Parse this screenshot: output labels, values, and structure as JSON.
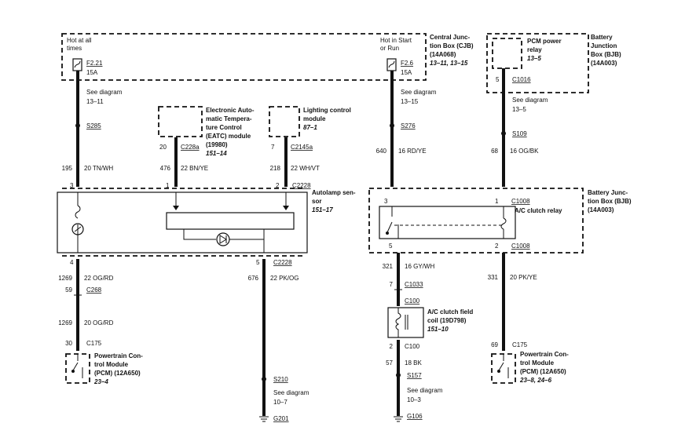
{
  "cjb": {
    "hot_all_1": "Hot at all",
    "hot_all_2": "times",
    "fuse1_id": "F2.21",
    "fuse1_amp": "15A",
    "hot_start_1": "Hot in Start",
    "hot_start_2": "or Run",
    "fuse2_id": "F2.6",
    "fuse2_amp": "15A",
    "name_1": "Central Junc-",
    "name_2": "tion Box (CJB)",
    "name_3": "(14A068)",
    "ref": "13–11, 13–15"
  },
  "pcm_relay": {
    "name_1": "PCM power",
    "name_2": "relay",
    "ref": "13–5",
    "bjb_1": "Battery",
    "bjb_2": "Junction",
    "bjb_3": "Box (BJB)",
    "bjb_4": "(14A003)",
    "pin": "5",
    "conn": "C1016"
  },
  "wire1": {
    "see_1": "See diagram",
    "see_2": "13–11",
    "splice": "S285",
    "circuit": "195",
    "color": "20 TN/WH"
  },
  "eatc": {
    "name_1": "Electronic Auto-",
    "name_2": "matic Tempera-",
    "name_3": "ture Control",
    "name_4": "(EATC) module",
    "name_5": "(19980)",
    "ref": "151–14",
    "pin": "20",
    "conn": "C228a",
    "circuit": "476",
    "color": "22 BN/YE"
  },
  "lighting": {
    "name_1": "Lighting control",
    "name_2": "module",
    "ref": "87–1",
    "pin": "7",
    "conn": "C2145a",
    "circuit": "218",
    "color": "22 WH/VT"
  },
  "wire2": {
    "see_1": "See diagram",
    "see_2": "13–15",
    "splice": "S276",
    "circuit": "640",
    "color": "16 RD/YE"
  },
  "wire3": {
    "see_1": "See diagram",
    "see_2": "13–5",
    "splice": "S109",
    "circuit": "68",
    "color": "16 OG/BK"
  },
  "autolamp": {
    "pin_3": "3",
    "pin_1": "1",
    "pin_2": "2",
    "conn": "C2228",
    "name_1": "Autolamp sen-",
    "name_2": "sor",
    "ref": "151–17",
    "pin_4": "4",
    "pin_5": "5",
    "conn2": "C2228"
  },
  "bjb2": {
    "pin_3": "3",
    "pin_1": "1",
    "conn": "C1008",
    "relay": "A/C clutch relay",
    "name_1": "Battery Junc-",
    "name_2": "tion Box (BJB)",
    "name_3": "(14A003)",
    "pin_5": "5",
    "pin_2": "2",
    "conn2": "C1008"
  },
  "left_lower": {
    "c1": "1269",
    "color1": "22 OG/RD",
    "pin59": "59",
    "conn": "C268",
    "c2": "1269",
    "color2": "20 OG/RD",
    "pin30": "30",
    "c175": "C175",
    "pcm_1": "Powertrain Con-",
    "pcm_2": "trol Module",
    "pcm_3": "(PCM) (12A650)",
    "pcm_ref": "23–4"
  },
  "mid_lower": {
    "circuit": "676",
    "color": "22 PK/OG",
    "splice": "S210",
    "see_1": "See diagram",
    "see_2": "10–7",
    "ground": "G201"
  },
  "clutch": {
    "circuit": "321",
    "color": "16 GY/WH",
    "pin7": "7",
    "c1033": "C1033",
    "c100a": "C100",
    "name_1": "A/C clutch field",
    "name_2": "coil (19D798)",
    "ref": "151–10",
    "pin2": "2",
    "c100b": "C100",
    "c57": "57",
    "color2": "18 BK",
    "splice": "S157",
    "see_1": "See diagram",
    "see_2": "10–3",
    "ground": "G106"
  },
  "right_lower": {
    "circuit": "331",
    "color": "20 PK/YE",
    "pin69": "69",
    "c175": "C175",
    "pcm_1": "Powertrain Con-",
    "pcm_2": "trol Module",
    "pcm_3": "(PCM) (12A650)",
    "pcm_ref": "23–8, 24–6"
  }
}
